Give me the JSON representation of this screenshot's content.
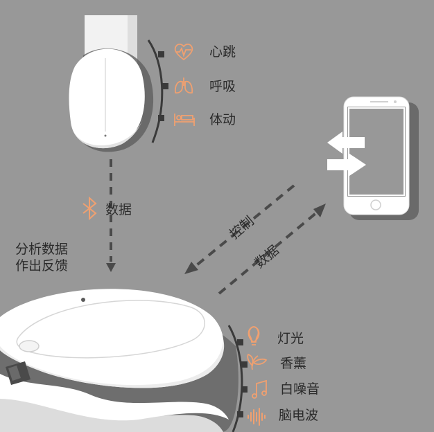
{
  "sensor_metrics": [
    {
      "icon": "heart-icon",
      "label": "心跳"
    },
    {
      "icon": "lungs-icon",
      "label": "呼吸"
    },
    {
      "icon": "bed-icon",
      "label": "体动"
    }
  ],
  "transfer": {
    "icon": "bluetooth-icon",
    "label": "数据"
  },
  "analysis": {
    "line1": "分析数据",
    "line2": "作出反馈"
  },
  "phone_link": {
    "control_label": "控制",
    "data_label": "数据"
  },
  "outputs": [
    {
      "icon": "bulb-icon",
      "label": "灯光"
    },
    {
      "icon": "leaf-icon",
      "label": "香薰"
    },
    {
      "icon": "music-note-icon",
      "label": "白噪音"
    },
    {
      "icon": "waveform-icon",
      "label": "脑电波"
    }
  ],
  "colors": {
    "background": "#989898",
    "accent": "#f0a070",
    "device": "#ffffff",
    "shadow": "#6e6e6e",
    "arrow": "#4a4a4a"
  }
}
